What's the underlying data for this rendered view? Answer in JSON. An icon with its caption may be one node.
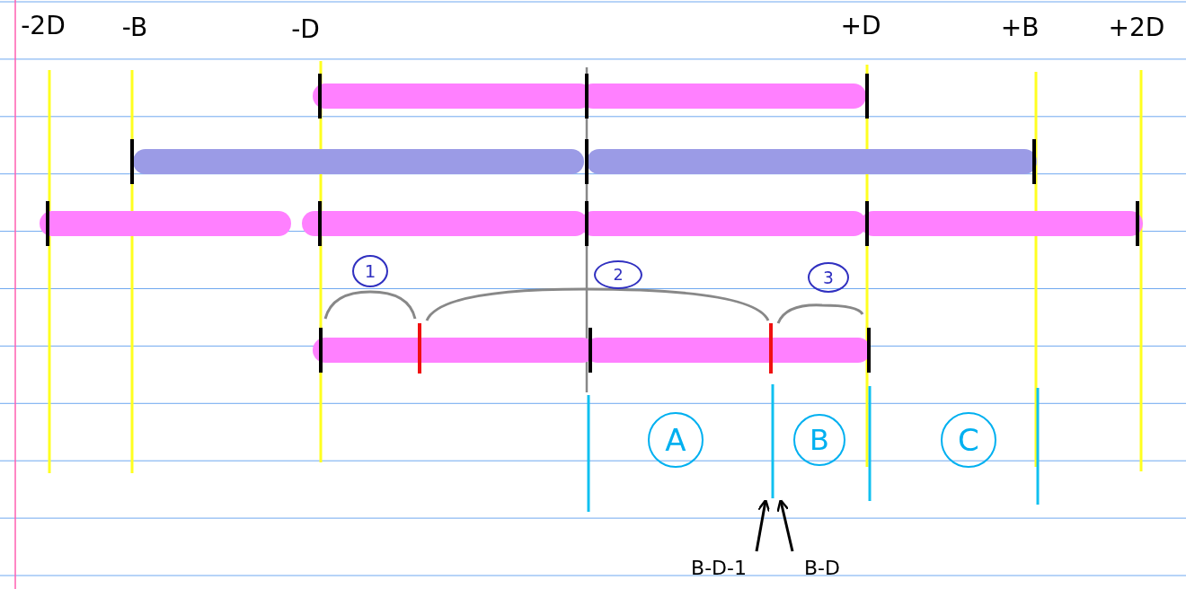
{
  "diagram": {
    "nodes": [
      {
        "text": [
          "1"
        ]
      },
      {
        "text": [
          "2"
        ]
      },
      {
        "text": [
          "3"
        ]
      },
      {
        "text": [
          "A"
        ]
      },
      {
        "text": [
          "B"
        ]
      },
      {
        "text": [
          "C"
        ]
      },
      {
        "text": [
          "B-D-1"
        ]
      },
      {
        "text": [
          "B-D"
        ]
      }
    ],
    "edges": [
      {
        "from": 6,
        "to": null,
        "arrow": "to"
      },
      {
        "from": 7,
        "to": null,
        "arrow": "to"
      }
    ],
    "labels": [
      "-2D",
      "-B",
      "-D",
      "+D",
      "+B",
      "+2D"
    ]
  }
}
